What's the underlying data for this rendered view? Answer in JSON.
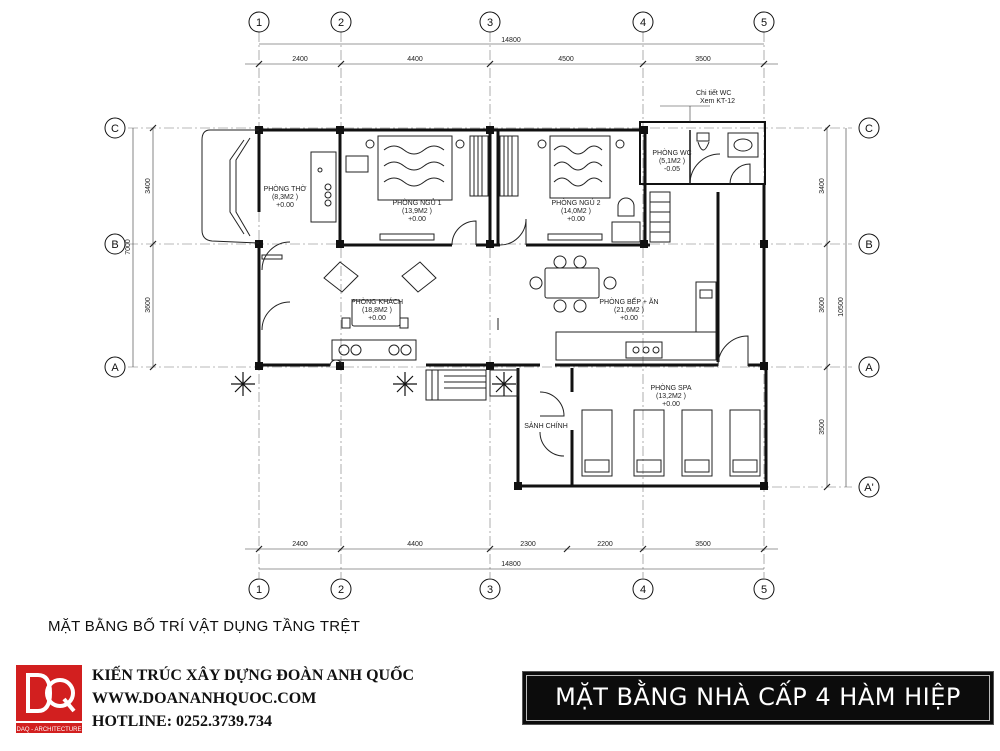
{
  "plan": {
    "grid_top": [
      "1",
      "2",
      "3",
      "4",
      "5"
    ],
    "grid_bottom": [
      "1",
      "2",
      "3",
      "4",
      "5"
    ],
    "grid_left": [
      "C",
      "B",
      "A"
    ],
    "grid_right": [
      "C",
      "B",
      "A",
      "A'"
    ],
    "top_total": "14800",
    "top_dims": [
      "2400",
      "4400",
      "4500",
      "3500"
    ],
    "bottom_dims": [
      "2400",
      "4400",
      "2300",
      "2200",
      "3500"
    ],
    "bottom_total": "14800",
    "left_dims": [
      "3400",
      "3600"
    ],
    "left_total": "7000",
    "right_dims": [
      "3400",
      "3600",
      "3500"
    ],
    "right_total": "10500",
    "wc_note_line1": "Chi tiết WC",
    "wc_note_line2": "Xem KT-12",
    "rooms": [
      {
        "name": "PHÒNG THỜ",
        "area": "(8,3M2 )",
        "level": "+0.00"
      },
      {
        "name": "PHÒNG NGỦ 1",
        "area": "(13,9M2 )",
        "level": "+0.00"
      },
      {
        "name": "PHÒNG NGỦ 2",
        "area": "(14,0M2 )",
        "level": "+0.00"
      },
      {
        "name": "PHÒNG WC",
        "area": "(5,1M2 )",
        "level": "-0.05"
      },
      {
        "name": "PHÒNG KHÁCH",
        "area": "(18,8M2 )",
        "level": "+0.00"
      },
      {
        "name": "PHÒNG BẾP + ĂN",
        "area": "(21,6M2 )",
        "level": "+0.00"
      },
      {
        "name": "PHÒNG SPA",
        "area": "(13,2M2 )",
        "level": "+0.00"
      },
      {
        "name": "SẢNH CHÍNH"
      }
    ]
  },
  "caption": "MẶT BẰNG BỐ TRÍ VẬT DỤNG TẦNG TRỆT",
  "company": {
    "name": "KIẾN TRÚC XÂY DỰNG ĐOÀN ANH QUỐC",
    "website": "WWW.DOANANHQUOC.COM",
    "hotline": "HOTLINE: 0252.3739.734",
    "logo_text": "DAQ - ARCHITECTURE"
  },
  "banner": "MẶT BẰNG NHÀ CẤP 4 HÀM HIỆP"
}
